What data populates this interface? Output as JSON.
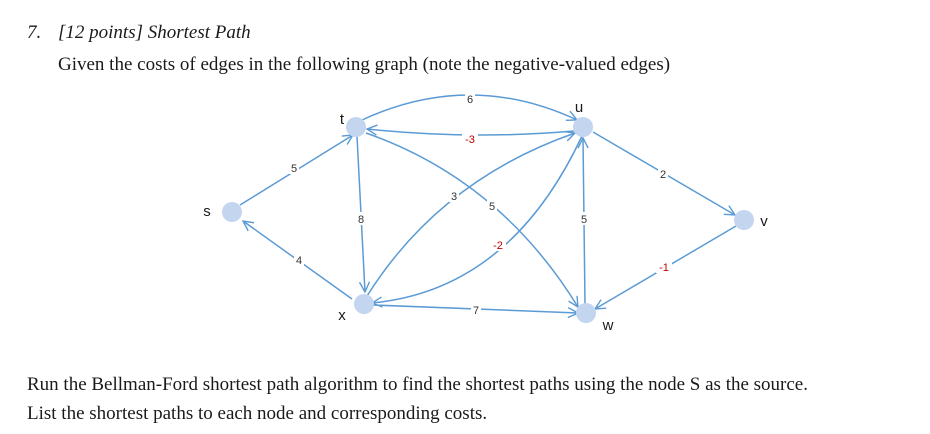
{
  "question": {
    "number": "7.",
    "heading": "[12 points] Shortest Path",
    "intro": "Given the costs of edges in the following graph (note the negative-valued edges)",
    "task_lines": [
      "Run the Bellman-Ford shortest path algorithm to find the shortest paths using the node S as the source.",
      "List the shortest paths to each node and corresponding costs."
    ]
  },
  "graph": {
    "node_color": "#c3d5ef",
    "edge_color": "#5b9bd5",
    "negative_weight_color": "#c00000",
    "nodes": [
      {
        "id": "s",
        "label": "s"
      },
      {
        "id": "t",
        "label": "t"
      },
      {
        "id": "u",
        "label": "u"
      },
      {
        "id": "v",
        "label": "v"
      },
      {
        "id": "w",
        "label": "w"
      },
      {
        "id": "x",
        "label": "x"
      }
    ],
    "edges": [
      {
        "from": "s",
        "to": "t",
        "weight": "5"
      },
      {
        "from": "x",
        "to": "s",
        "weight": "4"
      },
      {
        "from": "t",
        "to": "u",
        "weight": "6"
      },
      {
        "from": "u",
        "to": "t",
        "weight": "-3"
      },
      {
        "from": "t",
        "to": "x",
        "weight": "8"
      },
      {
        "from": "t",
        "to": "w",
        "weight": "5"
      },
      {
        "from": "x",
        "to": "u",
        "weight": "3"
      },
      {
        "from": "u",
        "to": "x",
        "weight": "-2"
      },
      {
        "from": "x",
        "to": "w",
        "weight": "7"
      },
      {
        "from": "w",
        "to": "u",
        "weight": "5"
      },
      {
        "from": "u",
        "to": "v",
        "weight": "2"
      },
      {
        "from": "v",
        "to": "w",
        "weight": "-1"
      }
    ]
  }
}
